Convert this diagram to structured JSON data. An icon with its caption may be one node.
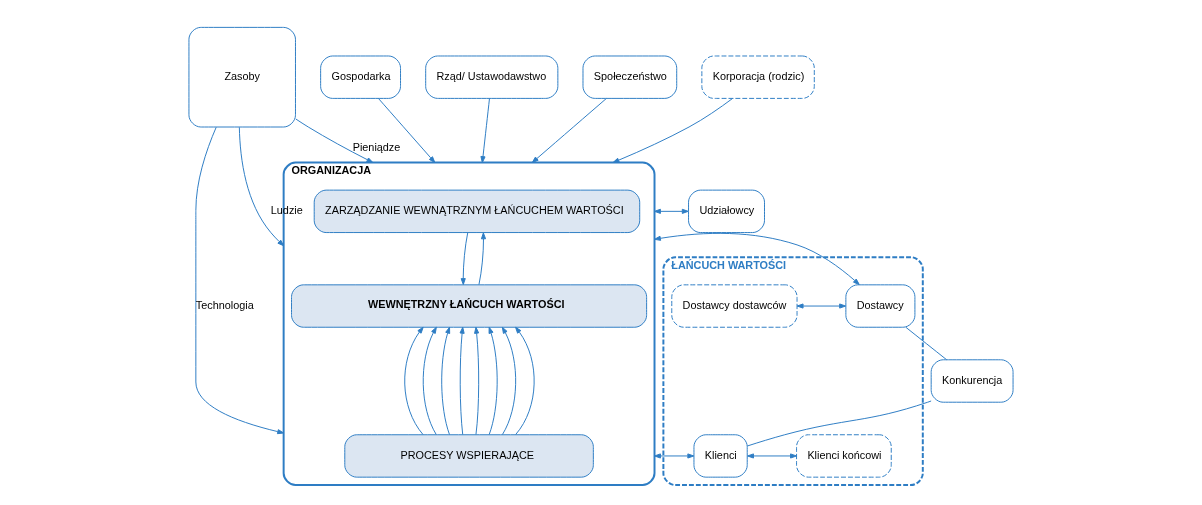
{
  "diagram": {
    "nodes": [
      {
        "text": [
          "Rząd/ Ustawodawstwo"
        ]
      },
      {
        "text": [
          "Gospodarka"
        ]
      },
      {
        "text": [
          "Społeczeństwo"
        ]
      },
      {
        "text": [
          "Korporacja (rodzic)"
        ]
      },
      {
        "text": [
          "Zasoby"
        ]
      },
      {
        "text": [
          "ORGANIZACJA"
        ]
      },
      {
        "text": [
          "ZARZĄDZANIE WEWNĄTRZNYM ŁAŃCUCHEM WARTOŚCI"
        ],
        "in": 5
      },
      {
        "text": [
          "Udziałowcy"
        ]
      },
      {
        "text": [
          "ŁAŃCUCH WARTOŚCI"
        ]
      },
      {
        "text": [
          "Dostawcy dostawców"
        ],
        "in": 8
      },
      {
        "text": [
          "Dostawcy"
        ],
        "in": 8
      },
      {
        "text": [
          "WEWNĘTRZNY ŁAŃCUCH WARTOŚCI"
        ],
        "in": 5
      },
      {
        "text": [
          "Klienci"
        ],
        "in": 8
      },
      {
        "text": [
          "Klienci końcowi"
        ],
        "in": 8
      },
      {
        "text": [
          "PROCESY WSPIERAJĄCE"
        ],
        "in": 5
      },
      {
        "text": [
          "Konkurencja"
        ]
      }
    ],
    "edges": [
      {
        "from": 0,
        "to": 5,
        "arrow": "to"
      },
      {
        "from": 1,
        "to": 5,
        "arrow": "to"
      },
      {
        "from": 2,
        "to": 5,
        "arrow": "to"
      },
      {
        "from": 3,
        "to": 5,
        "arrow": "to"
      },
      {
        "from": 4,
        "to": 5,
        "arrow": "to",
        "label": "Pieniądze"
      },
      {
        "from": 4,
        "to": 5,
        "arrow": "to",
        "label": "Ludzie"
      },
      {
        "from": 4,
        "to": 5,
        "arrow": "to",
        "label": "Technologia"
      },
      {
        "from": 5,
        "to": 7,
        "arrow": "both"
      },
      {
        "from": 6,
        "to": 11,
        "arrow": "to"
      },
      {
        "from": 11,
        "to": 6,
        "arrow": "to"
      },
      {
        "from": 9,
        "to": 10,
        "arrow": "both"
      },
      {
        "from": 10,
        "to": 5,
        "arrow": "both"
      },
      {
        "from": 5,
        "to": 12,
        "arrow": "both"
      },
      {
        "from": 12,
        "to": 13,
        "arrow": "both"
      },
      {
        "from": 14,
        "to": 11,
        "arrow": "to"
      },
      {
        "from": 14,
        "to": 11,
        "arrow": "to"
      },
      {
        "from": 14,
        "to": 11,
        "arrow": "to"
      },
      {
        "from": 14,
        "to": 11,
        "arrow": "to"
      },
      {
        "from": 14,
        "to": 11,
        "arrow": "to"
      },
      {
        "from": 14,
        "to": 11,
        "arrow": "to"
      },
      {
        "from": 14,
        "to": 11,
        "arrow": "to"
      },
      {
        "from": 14,
        "to": 11,
        "arrow": "to"
      },
      {
        "from": 10,
        "to": 15,
        "arrow": "none"
      },
      {
        "from": 15,
        "to": 12,
        "arrow": "none"
      }
    ]
  }
}
